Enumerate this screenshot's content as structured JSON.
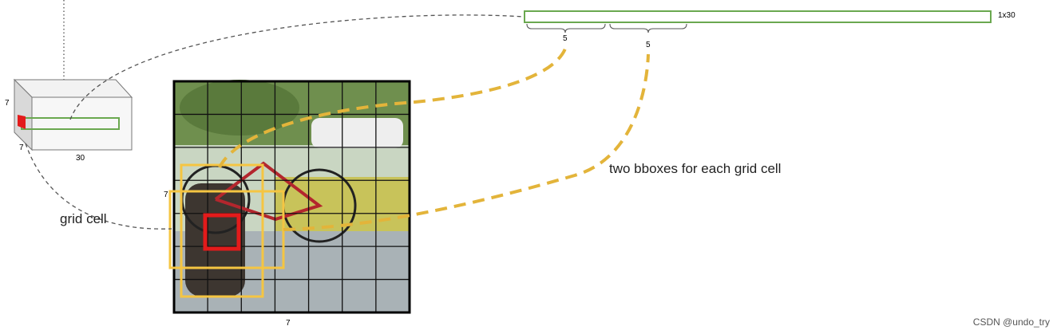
{
  "tensor": {
    "height_label": "7",
    "width_label": "7",
    "depth_label": "30"
  },
  "vector": {
    "size_label": "1x30",
    "brace1_label": "5",
    "brace2_label": "5"
  },
  "image_grid": {
    "rows": 7,
    "cols": 7,
    "width_label": "7",
    "height_label": "7"
  },
  "labels": {
    "grid_cell": "grid cell",
    "bboxes_caption": "two bboxes for each grid cell"
  },
  "watermark": "CSDN @undo_try",
  "colors": {
    "vector_outline": "#6aa84f",
    "bbox": "#f5c542",
    "grid_cell": "#e31b1b",
    "dashed_link": "#e3b43a",
    "tensor_mark": "#e31b1b"
  }
}
